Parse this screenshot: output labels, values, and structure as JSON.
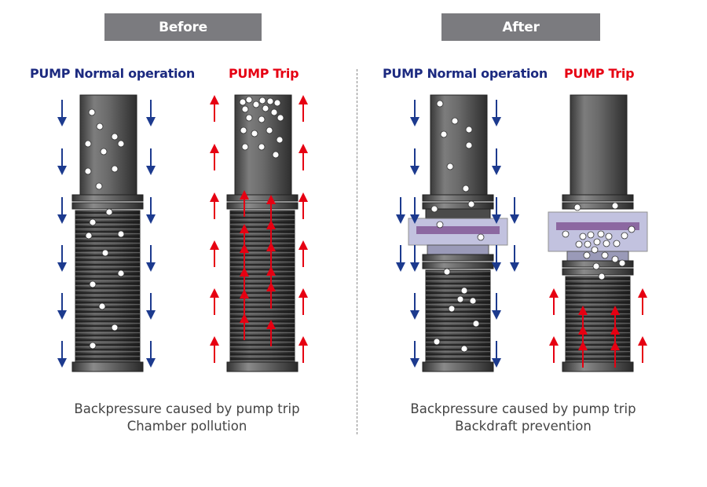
{
  "tabs": {
    "before": "Before",
    "after": "After"
  },
  "labels": {
    "before_normal": "PUMP Normal operation",
    "before_trip": "PUMP Trip",
    "after_normal": "PUMP Normal operation",
    "after_trip": "PUMP Trip"
  },
  "captions": {
    "before_line1": "Backpressure caused by pump trip",
    "before_line2": "Chamber pollution",
    "after_line1": "Backpressure caused by pump trip",
    "after_line2": "Backdraft prevention"
  },
  "colors": {
    "tab_bg": "#7b7b7f",
    "normal_label": "#1c2a80",
    "trip_label": "#e60012",
    "arrow_down": "#1c3a8e",
    "arrow_up": "#e60012",
    "valve_overlay": "#b4b4d8",
    "valve_core": "#7a4a8c"
  }
}
